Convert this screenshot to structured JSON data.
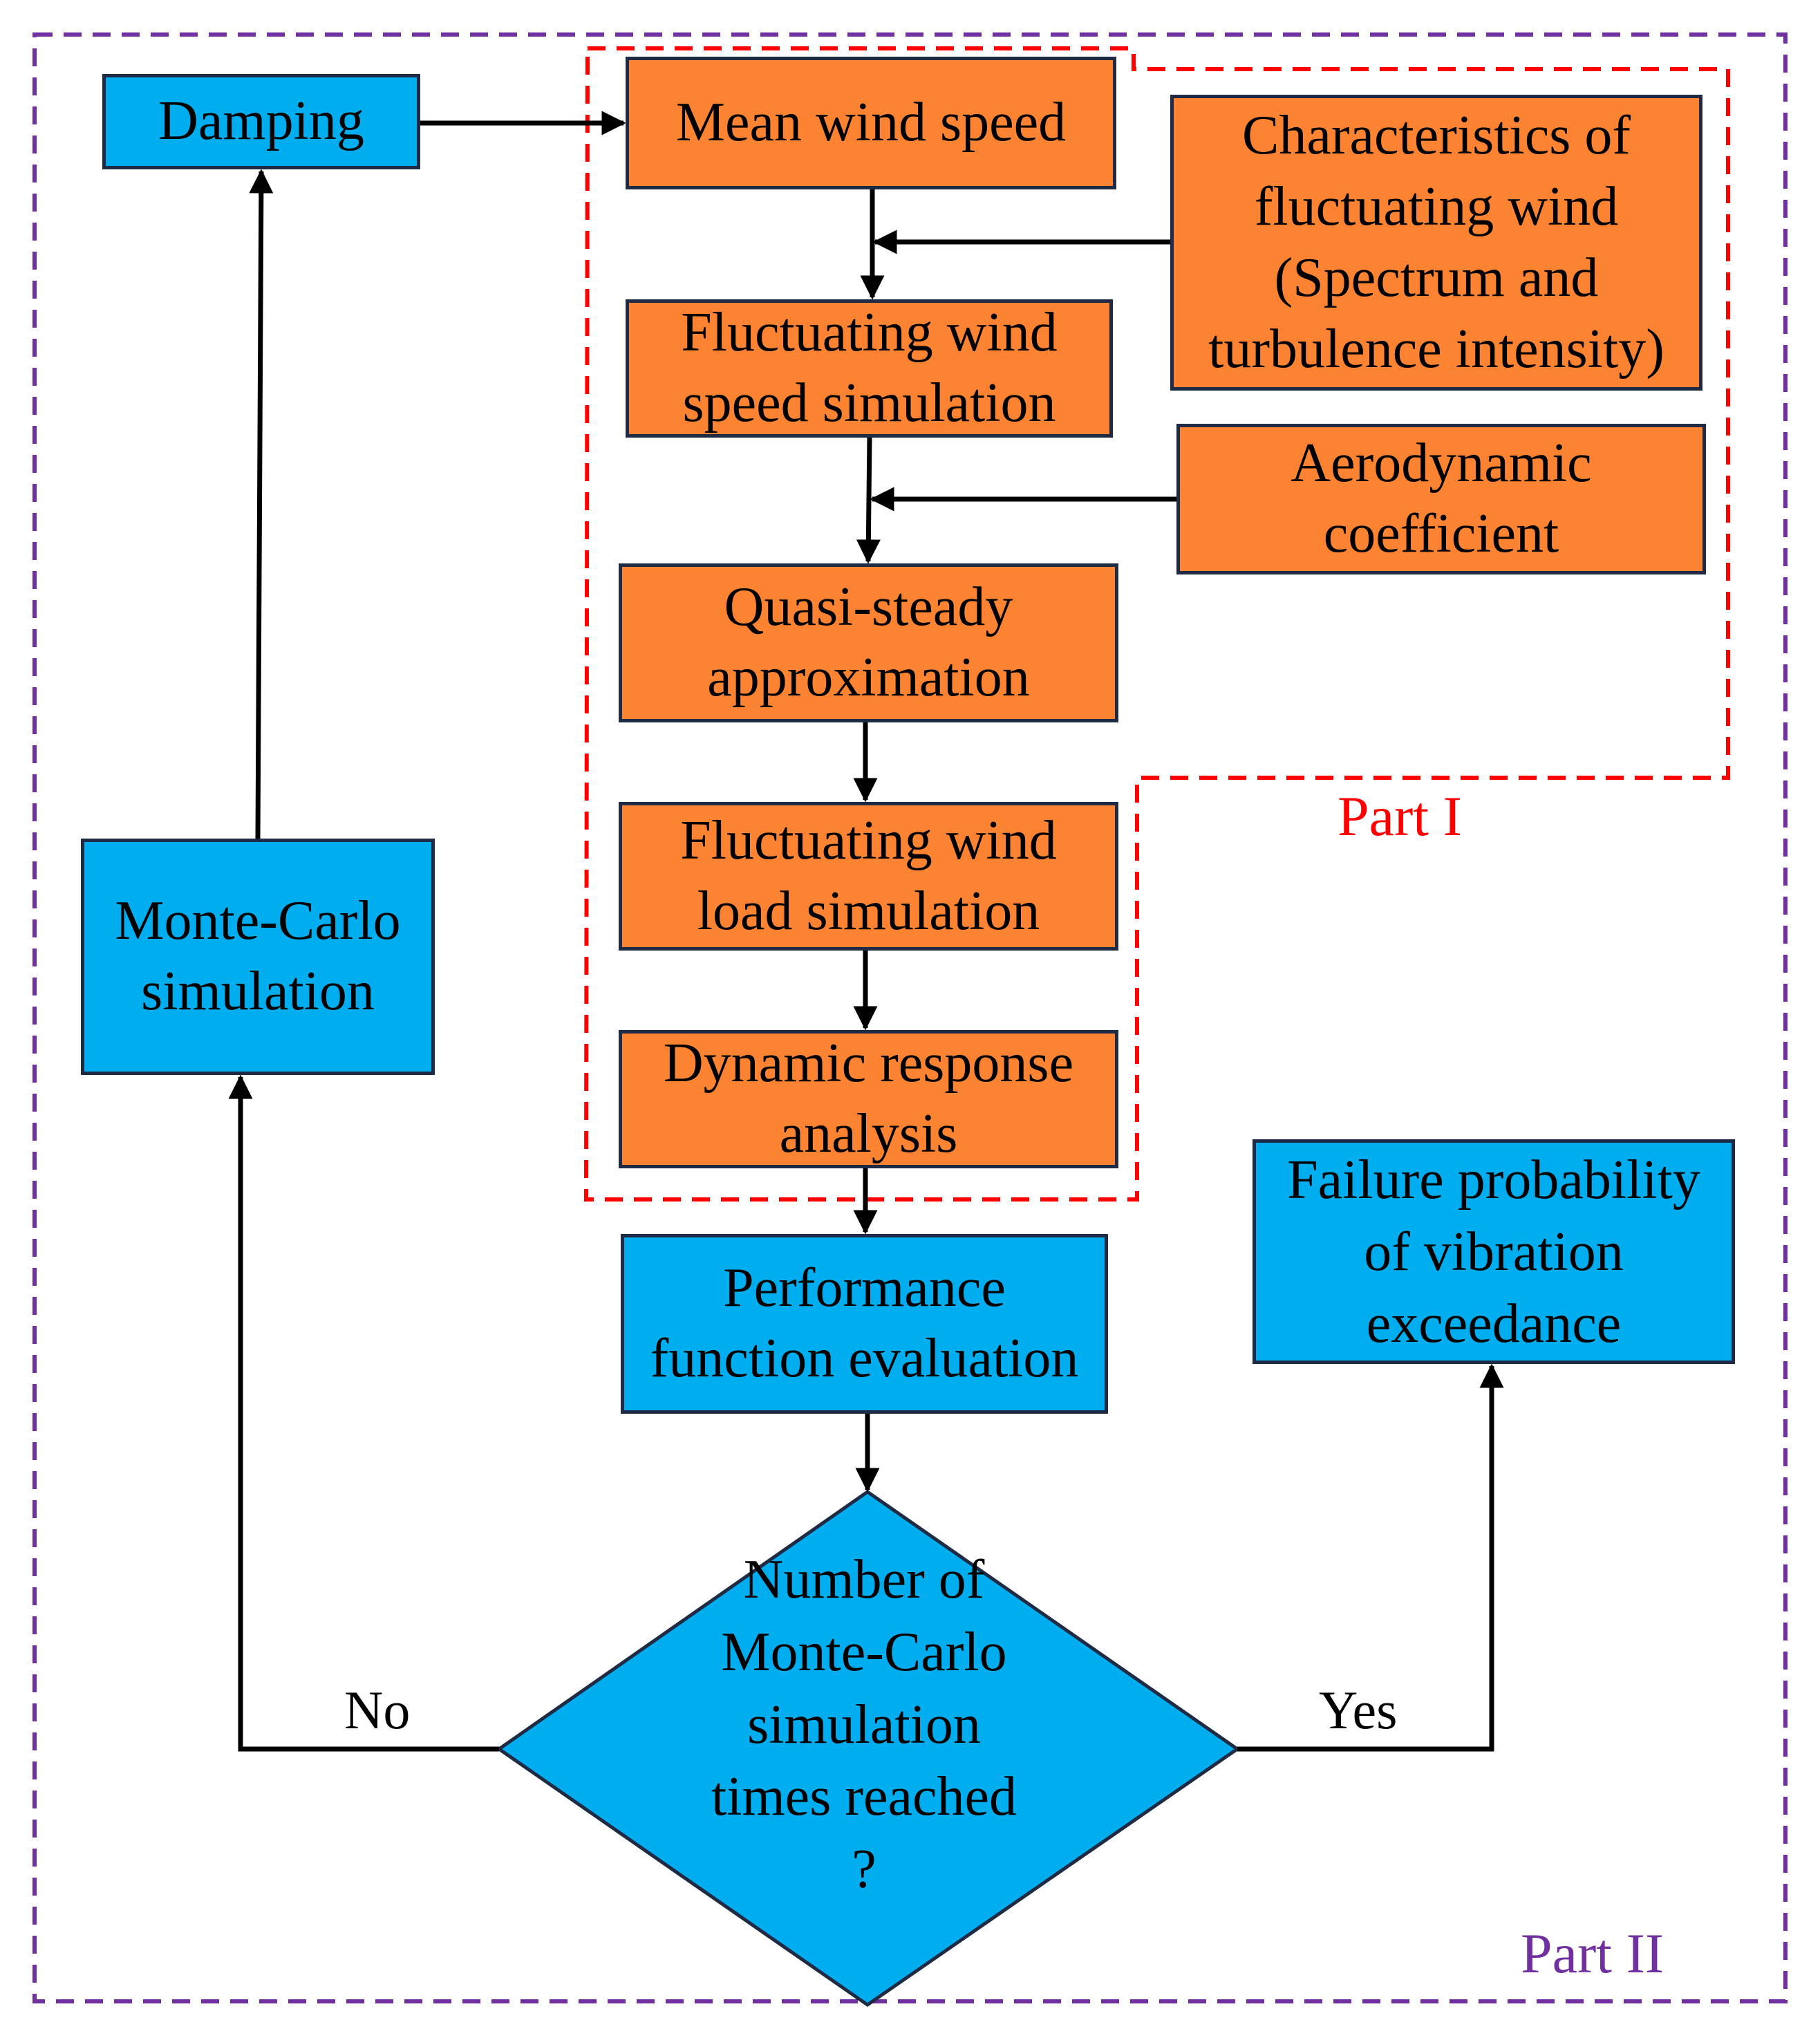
{
  "parts": {
    "part1": "Part I",
    "part2": "Part II"
  },
  "colors": {
    "process_orange": "#fb8332",
    "process_blue": "#00aeef",
    "part1_frame": "#ff0000",
    "part2_frame": "#7030a0"
  },
  "nodes": {
    "damping": "Damping",
    "mean_wind_speed": "Mean wind speed",
    "fluctuating_characteristics": [
      "Characteristics of",
      "fluctuating wind",
      "(Spectrum and",
      "turbulence intensity)"
    ],
    "fluctuating_speed_simulation": [
      "Fluctuating wind",
      "speed simulation"
    ],
    "aerodynamic_coefficient": [
      "Aerodynamic",
      "coefficient"
    ],
    "quasi_steady": [
      "Quasi-steady",
      "approximation"
    ],
    "fluctuating_load_simulation": [
      "Fluctuating wind",
      "load simulation"
    ],
    "dynamic_response": [
      "Dynamic response",
      "analysis"
    ],
    "performance_function": [
      "Performance",
      "function evaluation"
    ],
    "monte_carlo": [
      "Monte-Carlo",
      "simulation"
    ],
    "failure_probability": [
      "Failure probability",
      "of vibration",
      "exceedance"
    ],
    "decision": [
      "Number of",
      "Monte-Carlo",
      "simulation",
      "times reached",
      "?"
    ]
  },
  "edges": {
    "no_label": "No",
    "yes_label": "Yes"
  }
}
